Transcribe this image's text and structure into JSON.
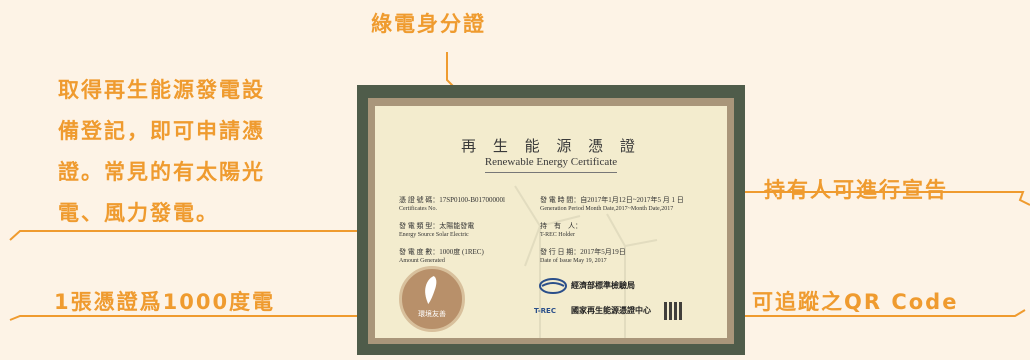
{
  "callouts": {
    "top": "綠電身分證",
    "left_lines": [
      "取得再生能源發電設",
      "備登記，即可申請憑",
      "證。常見的有太陽光",
      "電、風力發電。"
    ],
    "right": "持有人可進行宣告",
    "bottom_left": "1張憑證爲1000度電",
    "bottom_right": "可追蹤之QR Code"
  },
  "certificate": {
    "title": "再 生 能 源 憑 證",
    "subtitle": "Renewable Energy Certificate",
    "cert_no_zh": "憑 證 號 碼：17SP0100-B01700000l",
    "cert_no_en": "Certificates No.",
    "source_zh": "發 電 類 型：太陽能發電",
    "source_en": "Energy Source   Solar Electric",
    "amount_zh": "發 電 度 數：1000度 (1REC)",
    "amount_en": "Amount Generated",
    "period_zh": "發 電 時 間：自2017年1月12日~2017年5 月 1 日",
    "period_en": "Generation Period   Month Date,2017~Month Date,2017",
    "holder_zh": "持　有　人：",
    "holder_en": "T-REC Holder",
    "issue_zh": "發 行 日 期：2017年5月19日",
    "issue_en": "Date of Issue   May 19, 2017",
    "agency1": "經濟部標準檢驗局",
    "agency2": "國家再生能源憑證中心",
    "trec_logo": "T-REC",
    "seal_text": "環境友善"
  },
  "colors": {
    "accent": "#ef9b2f",
    "background": "#fdf3e6",
    "frame": "#4f5c4a",
    "paper": "#f3ecce"
  }
}
